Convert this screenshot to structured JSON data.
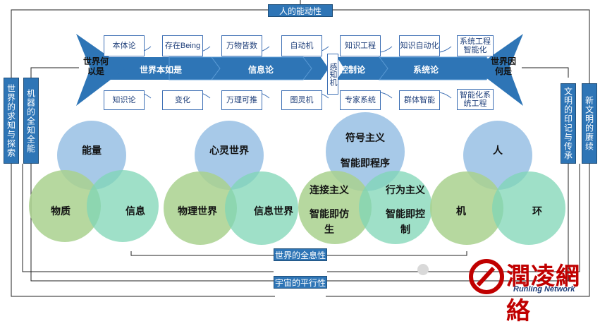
{
  "top_label": "人的能动性",
  "bottom_labels": {
    "holographic": "世界的全息性",
    "parallel": "宇宙的平行性"
  },
  "left_side": {
    "outer": "世界的求知与探索",
    "inner": "机器的全知全能"
  },
  "right_side": {
    "inner": "文明的印记与传承",
    "outer": "新文明的赓续"
  },
  "arrows": {
    "left": "世界何以是",
    "right": "世界因何是"
  },
  "ribbon": {
    "segments": [
      "世界本如是",
      "信息论",
      "控制论",
      "系统论"
    ],
    "center_box": "感知机"
  },
  "top_boxes": [
    "本体论",
    "存在Being",
    "万物皆数",
    "自动机",
    "知识工程",
    "知识自动化",
    "系统工程智能化"
  ],
  "bottom_boxes": [
    "知识论",
    "变化",
    "万理可推",
    "图灵机",
    "专家系统",
    "群体智能",
    "智能化系统工程"
  ],
  "venn_groups": [
    {
      "top": "能量",
      "left": "物质",
      "right": "信息"
    },
    {
      "top": "心灵世界",
      "left": "物理世界",
      "right": "信息世界"
    },
    {
      "top": [
        "符号主义",
        "智能即程序"
      ],
      "left": [
        "连接主义",
        "智能即仿生"
      ],
      "right": [
        "行为主义",
        "智能即控制"
      ]
    },
    {
      "top": "人",
      "left": "机",
      "right": "环"
    }
  ],
  "logo": {
    "cn": "潤凌網絡",
    "en": "Runling Network"
  },
  "colors": {
    "blue_circle": "#9dc3e6",
    "green_circle": "#a9d18e",
    "teal_circle": "#7fd6b5",
    "ribbon": "#2e75b6",
    "box_border": "#3d6fb4",
    "logo_red": "#c00000"
  }
}
